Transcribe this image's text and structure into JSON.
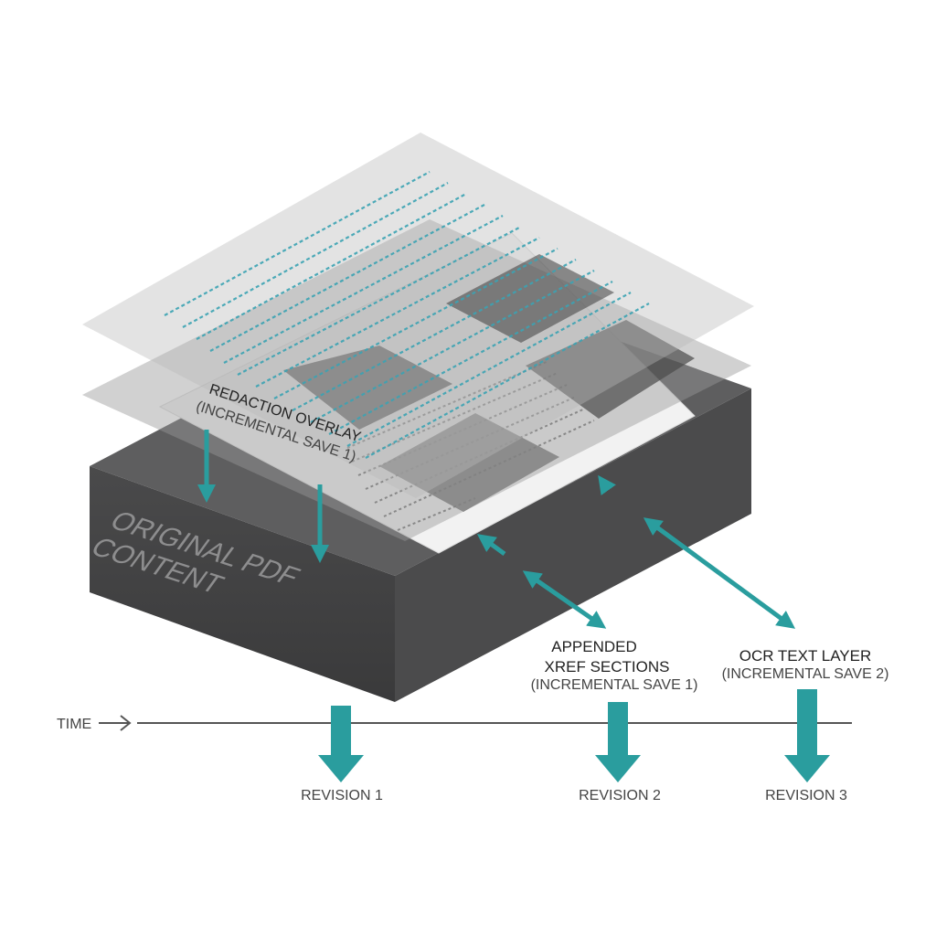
{
  "labels": {
    "original": [
      "ORIGINAL PDF",
      "CONTENT"
    ],
    "redaction_title": "REDACTION OVERLAY",
    "redaction_sub": "(INCREMENTAL SAVE 1)",
    "xref_title_1": "APPENDED",
    "xref_title_2": "XREF SECTIONS",
    "xref_sub": "(INCREMENTAL SAVE 1)",
    "ocr_title": "OCR TEXT LAYER",
    "ocr_sub": "(INCREMENTAL SAVE 2)"
  },
  "timeline": {
    "label": "TIME",
    "revisions": [
      "REVISION 1",
      "REVISION 2",
      "REVISION 3"
    ]
  },
  "colors": {
    "teal": "#2a9d9e",
    "block_top": "#5d5d5e",
    "block_front": "#3d3d3e",
    "block_side": "#4a4a4b",
    "text_teal": "#3ba3b3",
    "text_gray": "#8a8a8a"
  }
}
